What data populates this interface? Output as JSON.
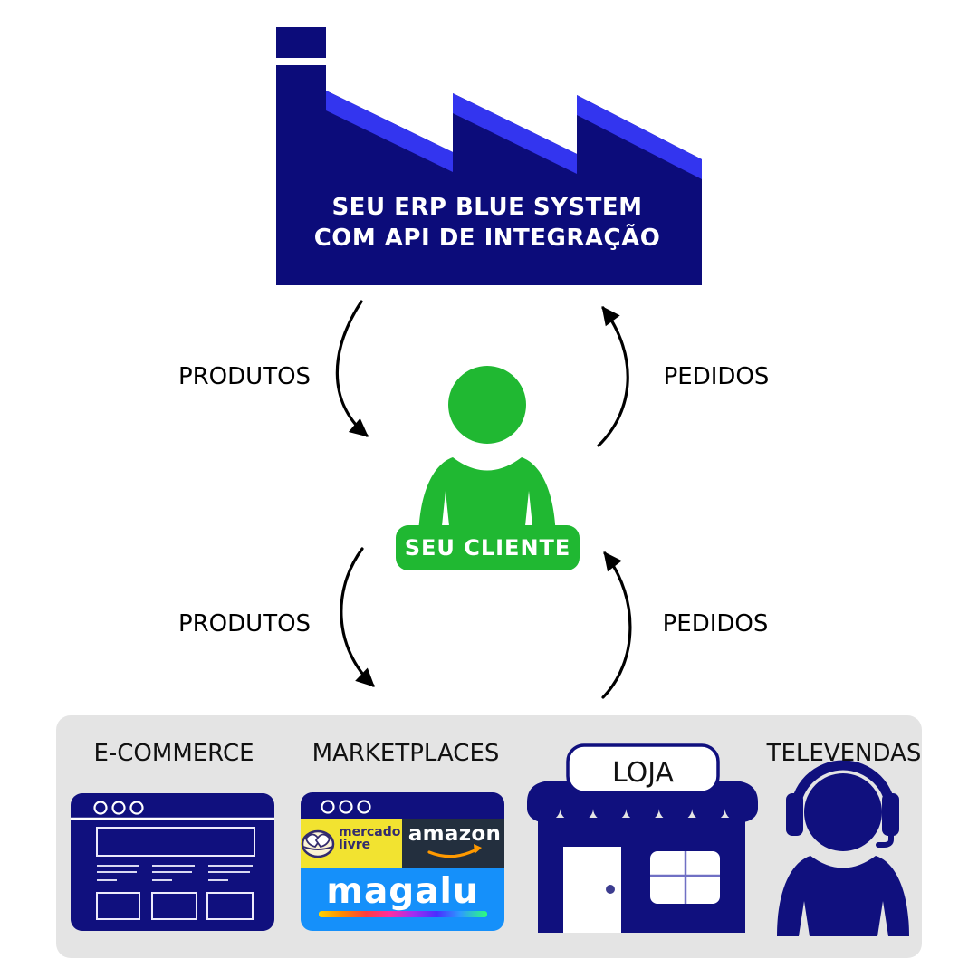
{
  "factory": {
    "line1": "SEU ERP BLUE SYSTEM",
    "line2": "COM API DE INTEGRAÇÃO"
  },
  "flows": {
    "top_left": "PRODUTOS",
    "top_right": "PEDIDOS",
    "bottom_left": "PRODUTOS",
    "bottom_right": "PEDIDOS"
  },
  "client": {
    "label": "SEU CLIENTE"
  },
  "channels": {
    "ecommerce": {
      "label": "E-COMMERCE"
    },
    "marketplaces": {
      "label": "MARKETPLACES",
      "logos": {
        "mercado_livre_line1": "mercado",
        "mercado_livre_line2": "livre",
        "amazon": "amazon",
        "magalu": "magalu"
      }
    },
    "loja": {
      "sign": "LOJA"
    },
    "televendas": {
      "label": "TELEVENDAS"
    }
  },
  "icons": {
    "factory": "factory-icon",
    "client": "person-icon",
    "ecommerce": "browser-window-icon",
    "marketplaces": "browser-window-icon",
    "loja": "storefront-icon",
    "televendas": "headset-agent-icon"
  },
  "colors": {
    "factory_navy": "#0c0c7a",
    "roof_accent_blue": "#3335ef",
    "icon_navy": "#10107e",
    "client_green": "#20b832",
    "panel_gray": "#e4e4e4",
    "arrow_black": "#000000",
    "mercado_livre_yellow": "#f2e330",
    "mercado_livre_navy": "#332c6e",
    "amazon_dark": "#232f3e",
    "amazon_orange": "#ff9900",
    "magalu_blue": "#1590fa",
    "white": "#ffffff"
  }
}
